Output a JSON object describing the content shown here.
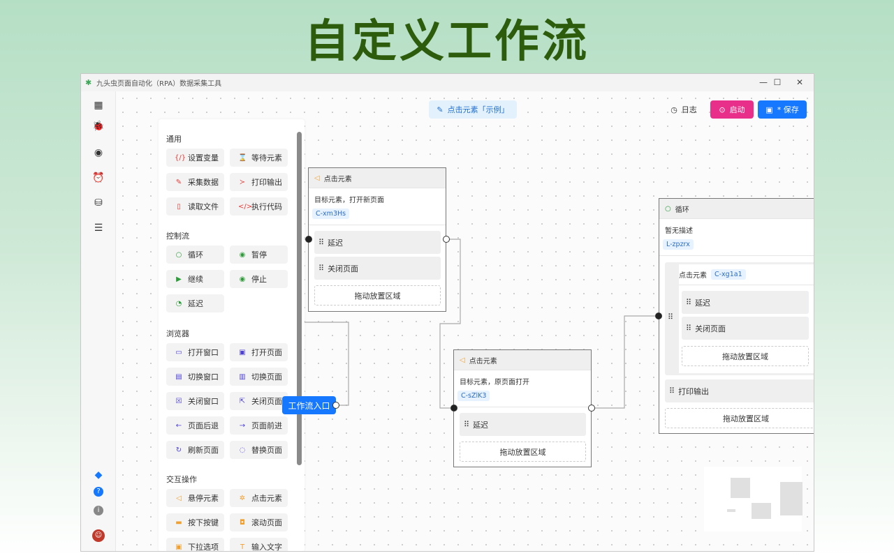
{
  "hero_title": "自定义工作流",
  "window": {
    "title": "九头虫页面自动化（RPA）数据采集工具",
    "minimize": "—",
    "maximize": "☐",
    "close": "✕"
  },
  "rail": {
    "top": [
      {
        "icon": "apps-grid-icon",
        "glyph": "▦"
      },
      {
        "icon": "bug-logo-icon",
        "glyph": "🐞"
      },
      {
        "icon": "workflow-icon",
        "glyph": "◉"
      },
      {
        "icon": "alarm-icon",
        "glyph": "⏰"
      },
      {
        "icon": "database-icon",
        "glyph": "⛁"
      },
      {
        "icon": "storage-icon",
        "glyph": "☰"
      }
    ],
    "bottom": [
      {
        "icon": "diamond-icon",
        "glyph": "◆"
      },
      {
        "icon": "help-icon",
        "glyph": "?"
      },
      {
        "icon": "info-icon",
        "glyph": "i"
      },
      {
        "icon": "avatar",
        "glyph": "☺"
      }
    ]
  },
  "palette": {
    "sections": [
      {
        "title": "通用",
        "items": [
          {
            "label": "设置变量",
            "glyph": "{/}",
            "color": "#e53935"
          },
          {
            "label": "等待元素",
            "glyph": "⌛",
            "color": "#e53935"
          },
          {
            "label": "采集数据",
            "glyph": "✎",
            "color": "#e53935"
          },
          {
            "label": "打印输出",
            "glyph": "≻",
            "color": "#e53935"
          },
          {
            "label": "读取文件",
            "glyph": "▯",
            "color": "#e53935"
          },
          {
            "label": "执行代码",
            "glyph": "</>",
            "color": "#e53935"
          }
        ]
      },
      {
        "title": "控制流",
        "items": [
          {
            "label": "循环",
            "glyph": "○",
            "color": "#2e9b3a"
          },
          {
            "label": "暂停",
            "glyph": "◉",
            "color": "#2e9b3a"
          },
          {
            "label": "继续",
            "glyph": "▶",
            "color": "#2e9b3a"
          },
          {
            "label": "停止",
            "glyph": "◉",
            "color": "#2e9b3a"
          },
          {
            "label": "延迟",
            "glyph": "◔",
            "color": "#2e9b3a"
          }
        ]
      },
      {
        "title": "浏览器",
        "items": [
          {
            "label": "打开窗口",
            "glyph": "▭",
            "color": "#4b3fd8"
          },
          {
            "label": "打开页面",
            "glyph": "▣",
            "color": "#4b3fd8"
          },
          {
            "label": "切换窗口",
            "glyph": "▤",
            "color": "#4b3fd8"
          },
          {
            "label": "切换页面",
            "glyph": "▥",
            "color": "#4b3fd8"
          },
          {
            "label": "关闭窗口",
            "glyph": "☒",
            "color": "#4b3fd8"
          },
          {
            "label": "关闭页面",
            "glyph": "⇱",
            "color": "#4b3fd8"
          },
          {
            "label": "页面后退",
            "glyph": "←",
            "color": "#4b3fd8"
          },
          {
            "label": "页面前进",
            "glyph": "→",
            "color": "#4b3fd8"
          },
          {
            "label": "刷新页面",
            "glyph": "↻",
            "color": "#4b3fd8"
          },
          {
            "label": "替换页面",
            "glyph": "◌",
            "color": "#4b3fd8"
          }
        ]
      },
      {
        "title": "交互操作",
        "items": [
          {
            "label": "悬停元素",
            "glyph": "◁",
            "color": "#f0a030"
          },
          {
            "label": "点击元素",
            "glyph": "✲",
            "color": "#f0a030"
          },
          {
            "label": "按下按键",
            "glyph": "▬",
            "color": "#f0a030"
          },
          {
            "label": "滚动页面",
            "glyph": "◘",
            "color": "#f0a030"
          },
          {
            "label": "下拉选项",
            "glyph": "▣",
            "color": "#f0a030"
          },
          {
            "label": "输入文字",
            "glyph": "T",
            "color": "#f0a030"
          }
        ]
      }
    ]
  },
  "toolbar": {
    "workflow_name": "点击元素「示例」",
    "log": "日志",
    "start": "启动",
    "save": "* 保存",
    "start_color": "#e8308a",
    "save_color": "#1677ff"
  },
  "entry": {
    "label": "工作流入口"
  },
  "nodes": {
    "n1": {
      "title": "点击元素",
      "desc": "目标元素，打开新页面",
      "tag": "C-xm3Hs",
      "items": [
        "延迟",
        "关闭页面"
      ],
      "drop": "拖动放置区域"
    },
    "n2": {
      "title": "点击元素",
      "desc": "目标元素，原页面打开",
      "tag": "C-sZlK3",
      "items": [
        "延迟"
      ],
      "drop": "拖动放置区域"
    },
    "n3": {
      "title": "循环",
      "desc": "暂无描述",
      "tag": "L-zpzrx",
      "inner": {
        "title": "点击元素",
        "tag": "C-xg1a1",
        "items": [
          "延迟",
          "关闭页面"
        ],
        "drop": "拖动放置区域"
      },
      "items": [
        "打印输出"
      ],
      "drop": "拖动放置区域"
    }
  }
}
